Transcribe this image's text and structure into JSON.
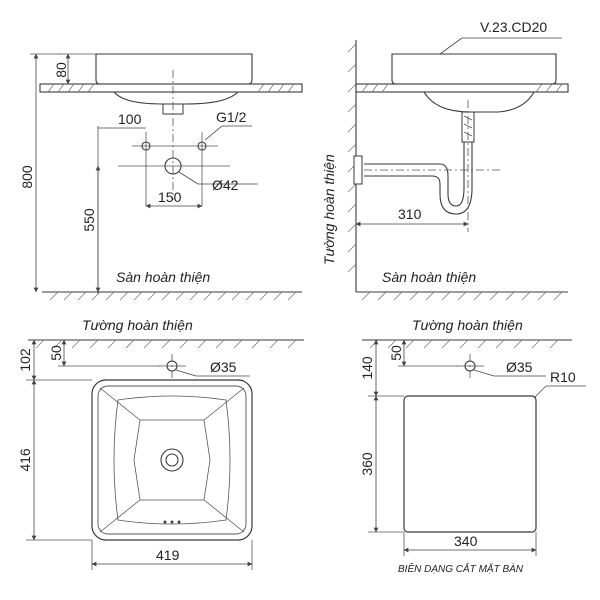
{
  "model_code": "V.23.CD20",
  "floor_label": "Sàn hoàn thiện",
  "wall_label": "Tường hoàn thiện",
  "cutout_caption": "BIÊN DẠNG CẮT MẶT BÀN",
  "dims": {
    "height_800": "800",
    "rim_80": "80",
    "offset_100": "100",
    "thread_g12": "G1/2",
    "spacing_150": "150",
    "dia_42": "Ø42",
    "height_550": "550",
    "wall_310": "310",
    "depth_102": "102",
    "tap_50": "50",
    "dia_35": "Ø35",
    "depth_416": "416",
    "width_419": "419",
    "cut_140": "140",
    "cut_tap_50": "50",
    "cut_dia_35": "Ø35",
    "radius_r10": "R10",
    "cut_360": "360",
    "cut_340": "340"
  }
}
